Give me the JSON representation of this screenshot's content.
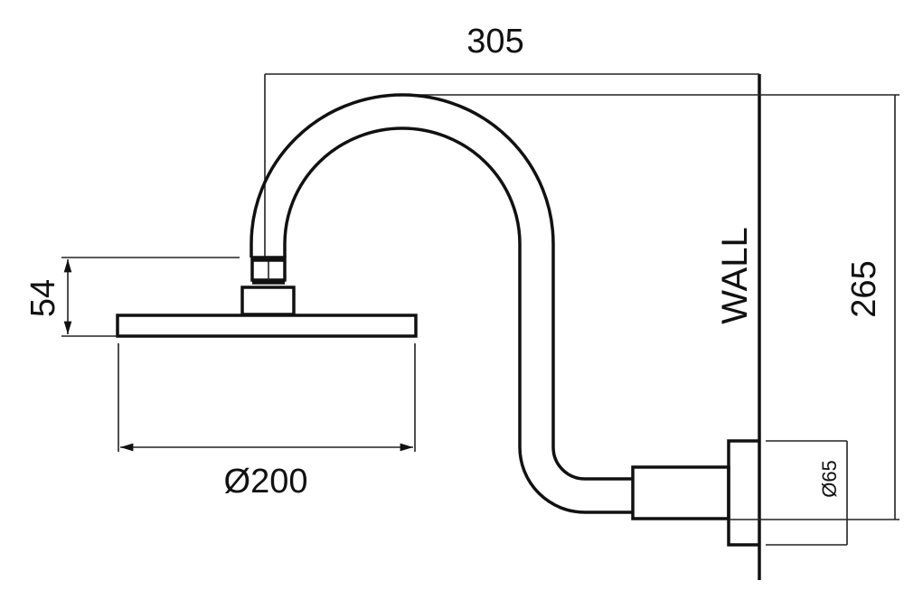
{
  "drawing": {
    "dimensions": {
      "total_projection": "305",
      "total_height": "265",
      "head_height": "54",
      "head_diameter": "Ø200",
      "flange_diameter": "Ø65"
    },
    "wall_label": "WALL"
  }
}
